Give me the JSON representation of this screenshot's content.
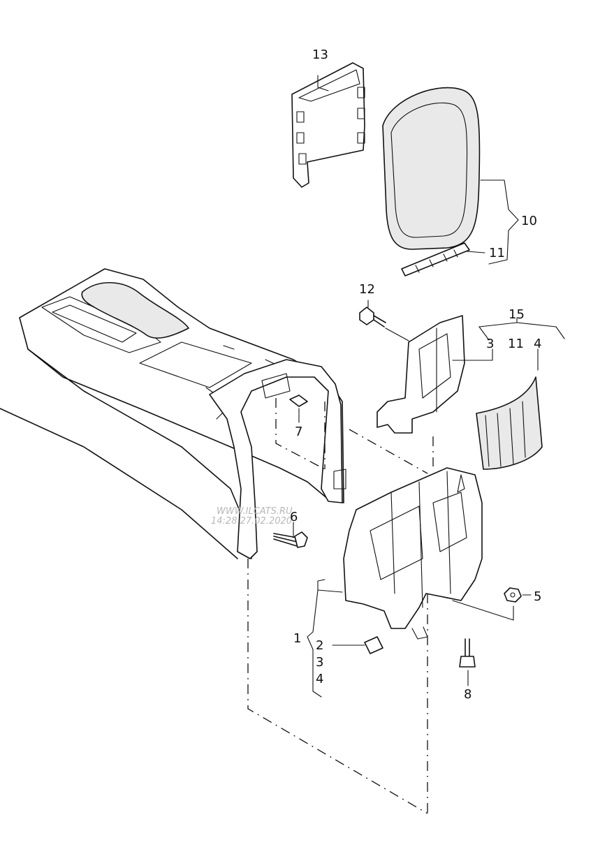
{
  "diagram": {
    "callouts": {
      "c1": "1",
      "c2": "2",
      "c3a": "3",
      "c3b": "3",
      "c4a": "4",
      "c4b": "4",
      "c5": "5",
      "c6": "6",
      "c7": "7",
      "c8": "8",
      "c10": "10",
      "c11a": "11",
      "c11b": "11",
      "c12": "12",
      "c13": "13",
      "c15": "15"
    },
    "watermark": {
      "line1": "WWW.ILCATS.RU",
      "line2": "14:28 27.02.2020"
    }
  }
}
